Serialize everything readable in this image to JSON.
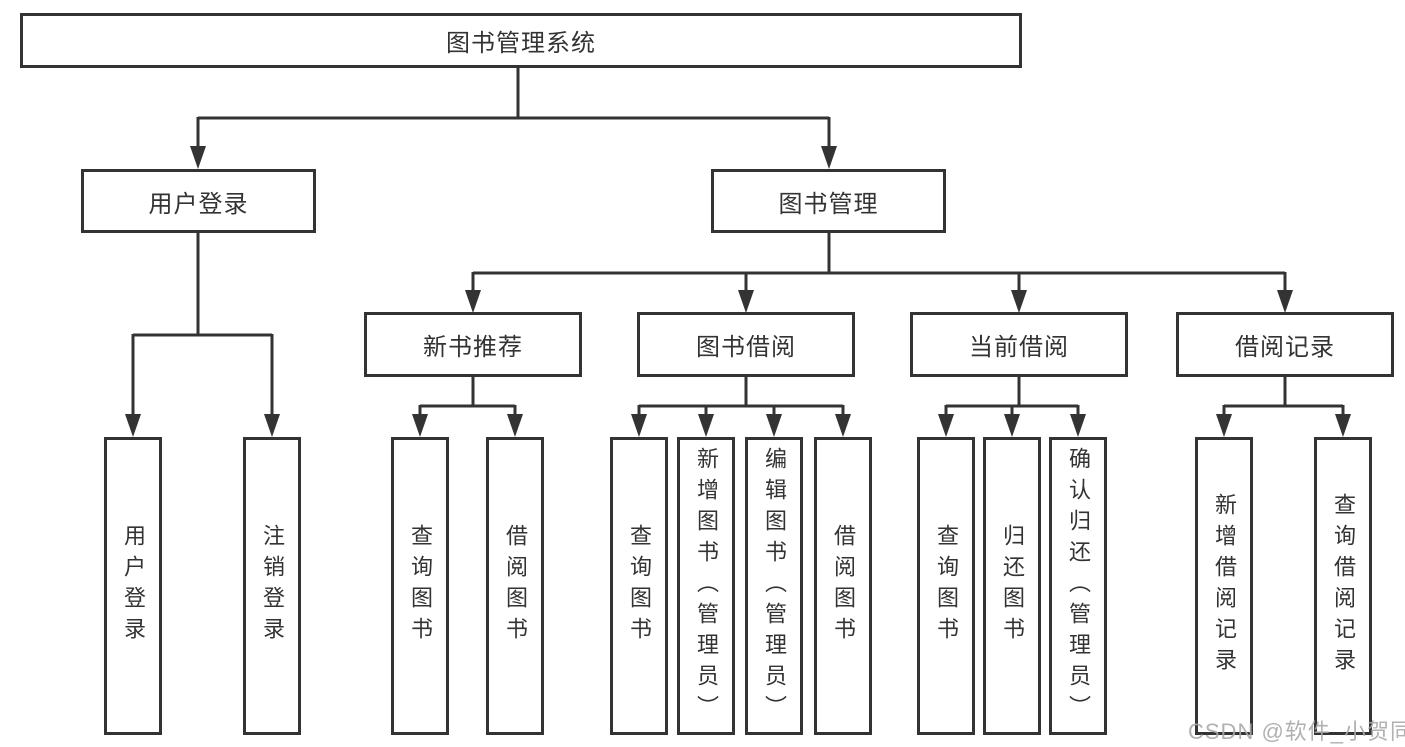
{
  "diagram": {
    "type": "tree",
    "root": {
      "label": "图书管理系统"
    },
    "level2": [
      {
        "label": "用户登录"
      },
      {
        "label": "图书管理"
      }
    ],
    "level3": [
      {
        "label": "新书推荐"
      },
      {
        "label": "图书借阅"
      },
      {
        "label": "当前借阅"
      },
      {
        "label": "借阅记录"
      }
    ],
    "leaves": {
      "user_login": [
        {
          "label": "用户登录"
        },
        {
          "label": "注销登录"
        }
      ],
      "new_book_recommend": [
        {
          "label": "查询图书"
        },
        {
          "label": "借阅图书"
        }
      ],
      "book_borrow": [
        {
          "label": "查询图书"
        },
        {
          "label": "新增图书（管理员）"
        },
        {
          "label": "编辑图书（管理员）"
        },
        {
          "label": "借阅图书"
        }
      ],
      "current_borrow": [
        {
          "label": "查询图书"
        },
        {
          "label": "归还图书"
        },
        {
          "label": "确认归还（管理员）"
        }
      ],
      "borrow_records": [
        {
          "label": "新增借阅记录"
        },
        {
          "label": "查询借阅记录"
        }
      ]
    },
    "colors": {
      "line": "#333333",
      "text": "#333333",
      "box_background": "#ffffff",
      "page_background": "#ffffff",
      "watermark": "#a8a8a8"
    }
  },
  "watermark": {
    "text": "CSDN @软件_小贺同学"
  }
}
